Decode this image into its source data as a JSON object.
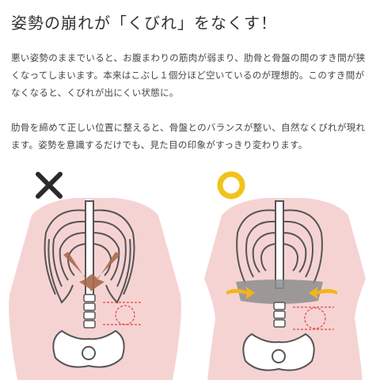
{
  "title": "姿勢の崩れが「くびれ」をなくす！",
  "paragraph1": "悪い姿勢のままでいると、お腹まわりの筋肉が弱まり、肋骨と骨盤の間のすき間が狭くなってしまいます。本来はこぶし１個分ほど空いているのが理想的。このすき間がなくなると、くびれが出にくい状態に。",
  "paragraph2": "肋骨を締めて正しい位置に整えると、骨盤とのバランスが整い、自然なくびれが現れます。姿勢を意識するだけでも、見た目の印象がすっきり変わります。",
  "colors": {
    "body_pink": "#f6d3d3",
    "bone_outline": "#555555",
    "arrow_brown": "#a86a4a",
    "arrow_yellow": "#f3b51a",
    "belt_gray": "#8d8d8d",
    "guide_red": "#e0443c",
    "ok_yellow": "#f2c318",
    "ng_mark": "#2a2a2a"
  },
  "icons": [
    "cross-mark-icon",
    "circle-mark-icon"
  ]
}
